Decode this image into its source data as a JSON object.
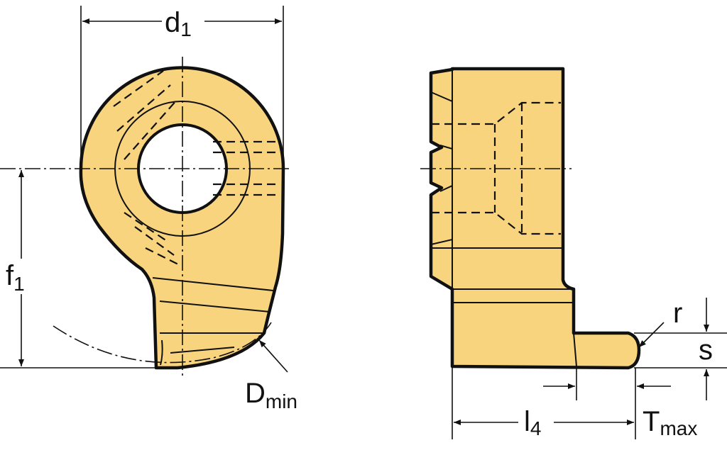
{
  "colors": {
    "insert_fill": "#f9d47e",
    "line": "#111111"
  },
  "labels": {
    "d1": {
      "base": "d",
      "sub": "1"
    },
    "f1": {
      "base": "f",
      "sub": "1"
    },
    "dmin": {
      "base": "D",
      "sub": "min"
    },
    "r": {
      "base": "r"
    },
    "s": {
      "base": "s"
    },
    "l4": {
      "base": "l",
      "sub": "4"
    },
    "tmax": {
      "base": "T",
      "sub": "max"
    }
  }
}
